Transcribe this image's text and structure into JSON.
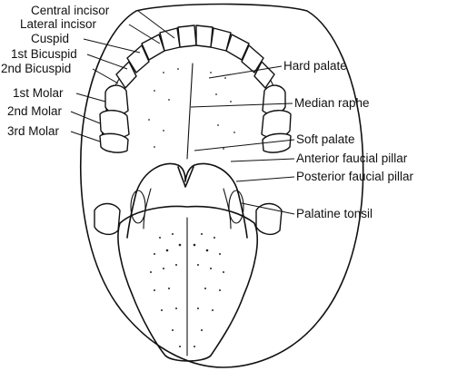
{
  "labels": {
    "left": [
      "Central incisor",
      "Lateral incisor",
      "Cuspid",
      "1st Bicuspid",
      "2nd Bicuspid",
      "1st Molar",
      "2nd Molar",
      "3rd Molar"
    ],
    "right": [
      "Hard palate",
      "Median raphe",
      "Soft palate",
      "Anterior faucial pillar",
      "Posterior faucial pillar",
      "Palatine tonsil"
    ]
  }
}
